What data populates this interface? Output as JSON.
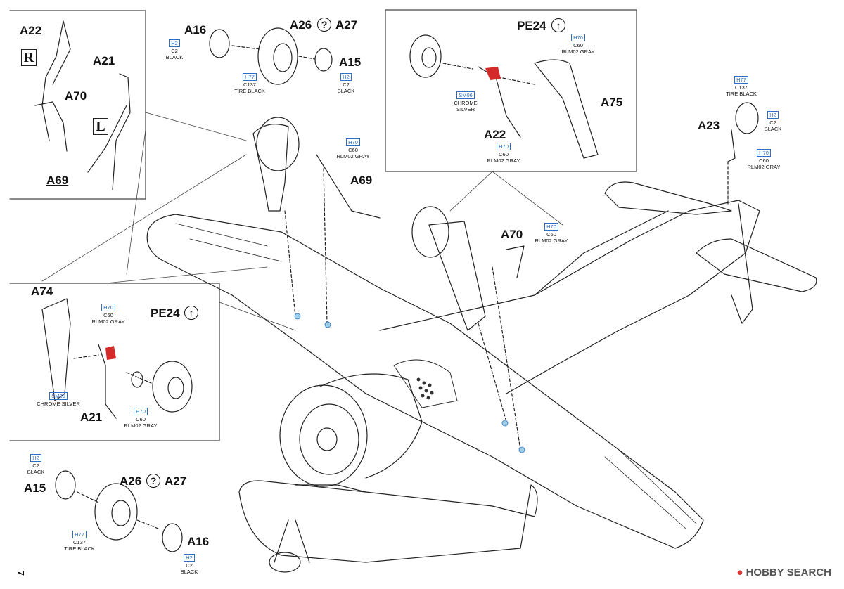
{
  "page_number": "7",
  "watermark": "HOBBY SEARCH",
  "colors": {
    "paint_code": "#2a6fc4",
    "highlight": "#d42a2a",
    "line": "#222222"
  },
  "icons": {
    "question": "question-circle-icon",
    "direction": "arrow-up-circle-icon"
  },
  "labels": {
    "a22_tl": "A22",
    "r": "R",
    "a21_tl": "A21",
    "a70_tl": "A70",
    "l": "L",
    "a69_tl": "A69",
    "a16_top": "A16",
    "a26_top": "A26",
    "a27_top": "A27",
    "a15_top": "A15",
    "pe24_top": "PE24",
    "a75": "A75",
    "a22_top": "A22",
    "a23": "A23",
    "a69_mid": "A69",
    "a70_mid": "A70",
    "a74": "A74",
    "pe24_left": "PE24",
    "a21_left": "A21",
    "a15_bot": "A15",
    "a26_bot": "A26",
    "a27_bot": "A27",
    "a16_bot": "A16"
  },
  "paints": {
    "p1": {
      "code": "H2",
      "c": "C2",
      "name": "BLACK"
    },
    "p2": {
      "code": "H77",
      "c": "C137",
      "name": "TIRE BLACK"
    },
    "p3": {
      "code": "H2",
      "c": "C2",
      "name": "BLACK"
    },
    "p4": {
      "code": "H70",
      "c": "C60",
      "name": "RLM02 GRAY"
    },
    "p5": {
      "code": "SM06",
      "c": "",
      "name": "CHROME SILVER"
    },
    "p6": {
      "code": "H70",
      "c": "C60",
      "name": "RLM02 GRAY"
    },
    "p7": {
      "code": "H77",
      "c": "C137",
      "name": "TIRE BLACK"
    },
    "p8": {
      "code": "H2",
      "c": "C2",
      "name": "BLACK"
    },
    "p9": {
      "code": "H70",
      "c": "C60",
      "name": "RLM02 GRAY"
    },
    "p10": {
      "code": "H70",
      "c": "C60",
      "name": "RLM02 GRAY"
    },
    "p11": {
      "code": "H70",
      "c": "C60",
      "name": "RLM02 GRAY"
    },
    "p12": {
      "code": "SM06",
      "c": "",
      "name": "CHROME SILVER"
    },
    "p13": {
      "code": "H70",
      "c": "C60",
      "name": "RLM02 GRAY"
    },
    "p14": {
      "code": "H2",
      "c": "C2",
      "name": "BLACK"
    },
    "p15": {
      "code": "H77",
      "c": "C137",
      "name": "TIRE BLACK"
    },
    "p16": {
      "code": "H2",
      "c": "C2",
      "name": "BLACK"
    }
  }
}
